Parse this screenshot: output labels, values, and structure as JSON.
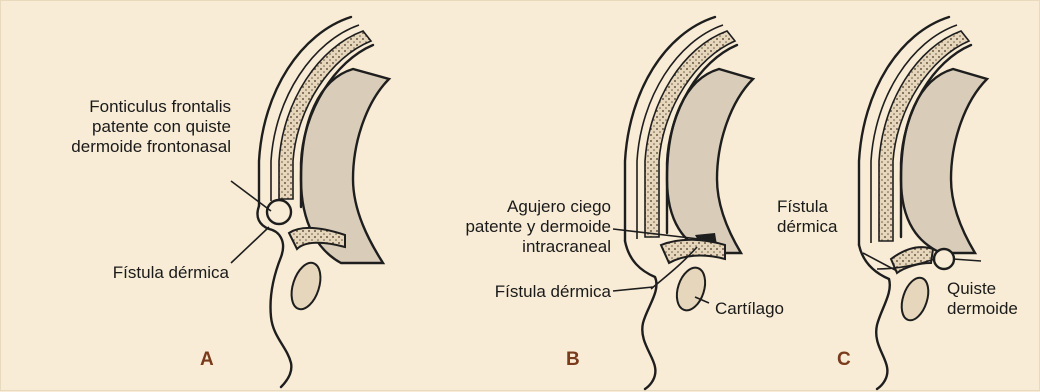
{
  "colors": {
    "background": "#f9ecd6",
    "panel_letter": "#7a3b1c",
    "brain_fill": "#d9cdb9",
    "bone_fill": "#e6d6bc",
    "ink": "#1e1e1e"
  },
  "panels": {
    "a": {
      "letter": "A",
      "label_cyst": "Fonticulus frontalis\npatente con quiste\ndermoide frontonasal",
      "label_fistula": "Fístula dérmica"
    },
    "b": {
      "letter": "B",
      "label_foramen": "Agujero ciego\npatente y dermoide\nintracraneal",
      "label_fistula": "Fístula dérmica",
      "label_cartilage": "Cartílago"
    },
    "c": {
      "letter": "C",
      "label_fistula": "Fístula\ndérmica",
      "label_cyst": "Quiste\ndermoide"
    }
  }
}
